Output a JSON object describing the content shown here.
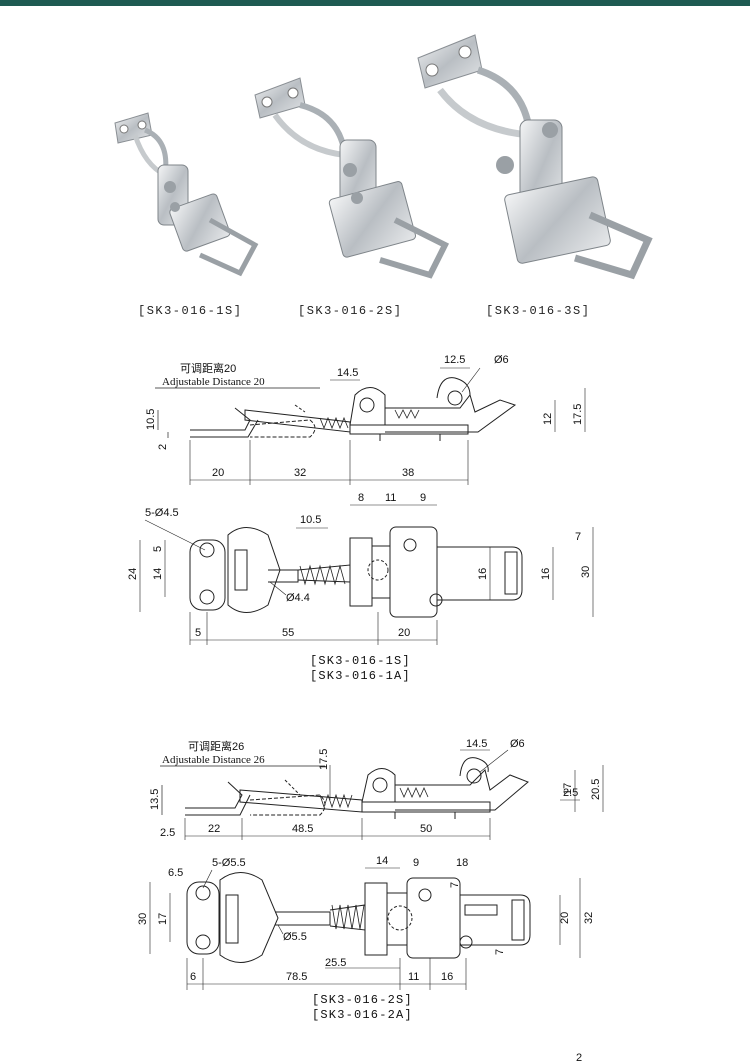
{
  "colors": {
    "topbar": "#1e5a52",
    "steel": "#c8ccd0",
    "line": "#222222"
  },
  "products": [
    {
      "caption": "[SK3-016-1S]"
    },
    {
      "caption": "[SK3-016-2S]"
    },
    {
      "caption": "[SK3-016-3S]"
    }
  ],
  "drawing1": {
    "side": {
      "cn": "可调距离20",
      "en": "Adjustable Distance 20",
      "d_14_5": "14.5",
      "d_12_5": "12.5",
      "d_phi6": "Ø6",
      "d_10_5": "10.5",
      "d_2": "2",
      "d_12": "12",
      "d_17_5": "17.5",
      "d_20": "20",
      "d_32": "32",
      "d_38": "38"
    },
    "top": {
      "d_5phi": "5-Ø4.5",
      "d_8": "8",
      "d_11": "11",
      "d_9": "9",
      "d_10_5": "10.5",
      "d_7": "7",
      "d_5": "5",
      "d_24": "24",
      "d_14": "14",
      "d_16a": "16",
      "d_16b": "16",
      "d_30": "30",
      "d_phi4_4": "Ø4.4",
      "d_5b": "5",
      "d_55": "55",
      "d_20": "20"
    },
    "models": [
      "[SK3-016-1S]",
      "[SK3-016-1A]"
    ]
  },
  "drawing2": {
    "side": {
      "cn": "可调距离26",
      "en": "Adjustable Distance 26",
      "d_17_5": "17.5",
      "d_14_5": "14.5",
      "d_phi6": "Ø6",
      "d_13_5": "13.5",
      "d_2_5a": "2.5",
      "d_2_5b": "2.5",
      "d_17": "17",
      "d_20_5": "20.5",
      "d_22": "22",
      "d_48_5": "48.5",
      "d_50": "50"
    },
    "top": {
      "d_6_5": "6.5",
      "d_5phi": "5-Ø5.5",
      "d_14": "14",
      "d_9": "9",
      "d_18": "18",
      "d_30": "30",
      "d_17": "17",
      "d_7a": "7",
      "d_7b": "7",
      "d_20": "20",
      "d_32": "32",
      "d_phi5_5": "Ø5.5",
      "d_25_5": "25.5",
      "d_6": "6",
      "d_78_5": "78.5",
      "d_11": "11",
      "d_16": "16"
    },
    "models": [
      "[SK3-016-2S]",
      "[SK3-016-2A]"
    ]
  },
  "footer": {
    "page_mark": "2"
  }
}
